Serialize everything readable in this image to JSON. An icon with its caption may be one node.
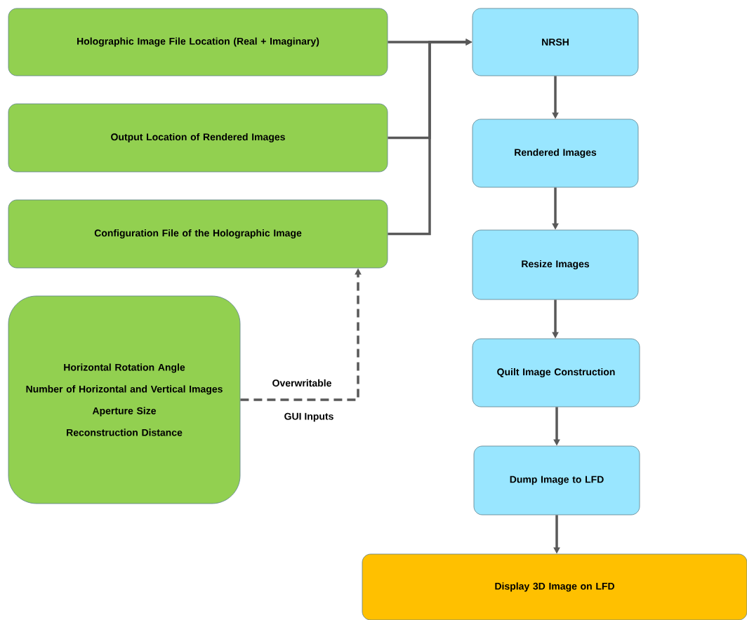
{
  "diagram": {
    "nodes": [
      {
        "text": [
          "Holographic Image File Location (Real + Imaginary)"
        ]
      },
      {
        "text": [
          "Output Location of Rendered Images"
        ]
      },
      {
        "text": [
          "Configuration File of the Holographic Image"
        ]
      },
      {
        "text": [
          "Horizontal Rotation Angle",
          "Number of Horizontal and Vertical Images",
          "Aperture Size",
          "Reconstruction Distance"
        ]
      },
      {
        "text": [
          "NRSH"
        ]
      },
      {
        "text": [
          "Rendered Images"
        ]
      },
      {
        "text": [
          "Resize Images"
        ]
      },
      {
        "text": [
          "Quilt Image Construction"
        ]
      },
      {
        "text": [
          "Dump Image to LFD"
        ]
      },
      {
        "text": [
          "Display 3D Image on LFD"
        ]
      }
    ],
    "edges": [
      {
        "from": 0,
        "to": 4,
        "arrow": "to"
      },
      {
        "from": 1,
        "to": 4,
        "arrow": "to"
      },
      {
        "from": 2,
        "to": 4,
        "arrow": "to"
      },
      {
        "from": 3,
        "to": 2,
        "arrow": "to",
        "style": "dashed",
        "label": "Overwritable"
      },
      {
        "from": 4,
        "to": 5,
        "arrow": "to"
      },
      {
        "from": 5,
        "to": 6,
        "arrow": "to"
      },
      {
        "from": 6,
        "to": 7,
        "arrow": "to"
      },
      {
        "from": 7,
        "to": 8,
        "arrow": "to"
      },
      {
        "from": 8,
        "to": 9,
        "arrow": "to"
      }
    ],
    "labels": [
      "GUI Inputs"
    ]
  }
}
